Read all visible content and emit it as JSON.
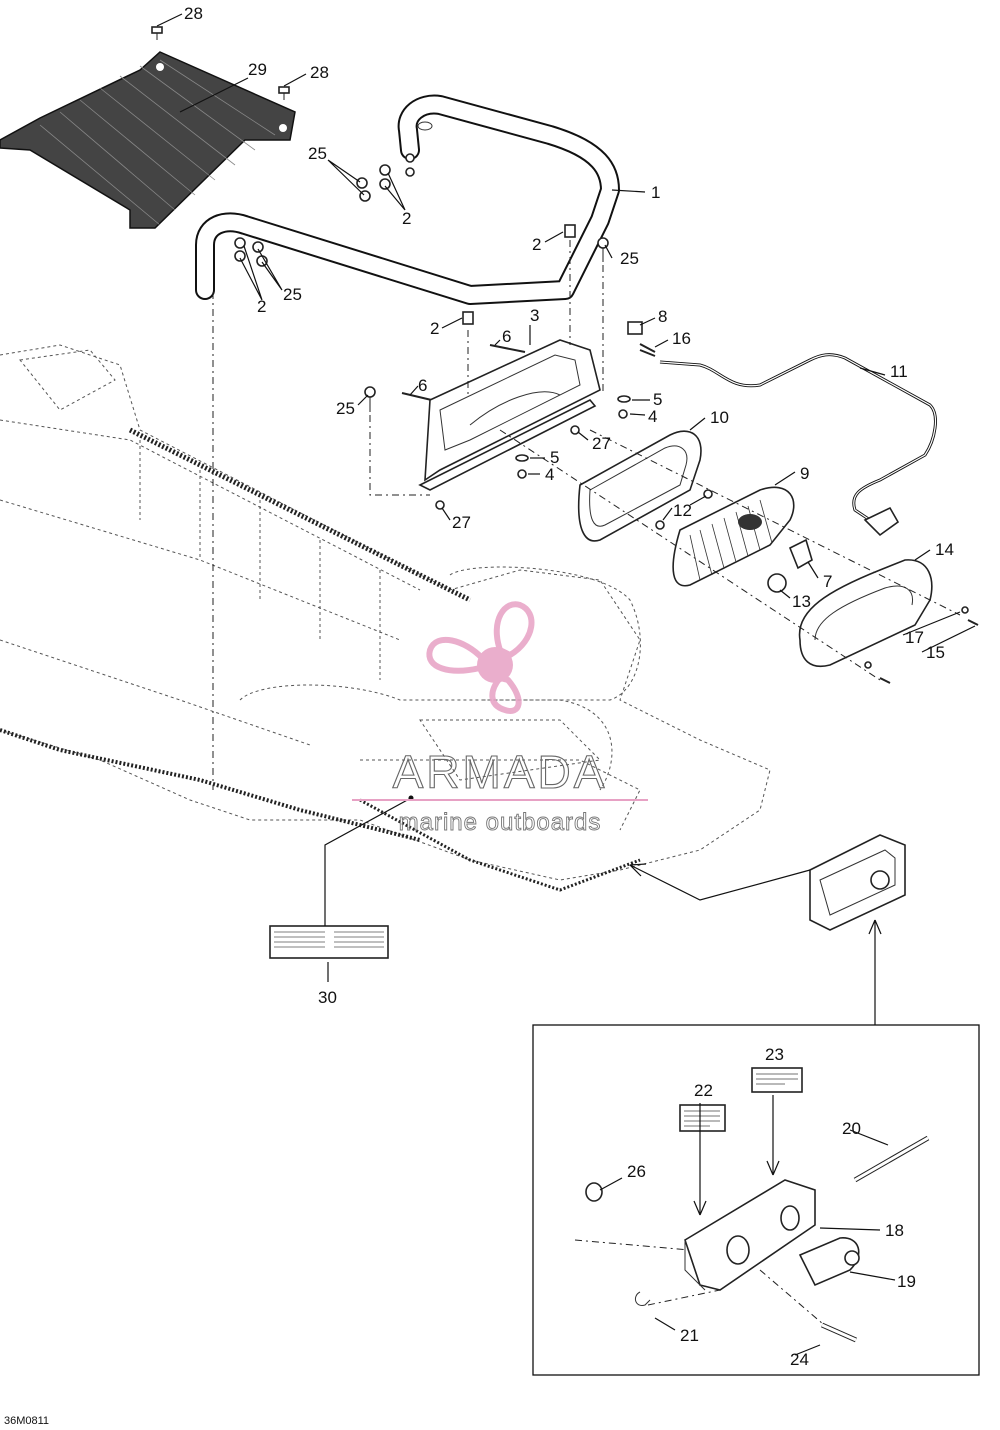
{
  "diagram": {
    "drawing_code": "36M0811",
    "watermark": {
      "brand": "ARMADA",
      "tagline": "marine outboards",
      "accent_color": "#e7a1c4"
    },
    "callouts": [
      "1",
      "2",
      "2",
      "2",
      "2",
      "3",
      "4",
      "4",
      "5",
      "5",
      "6",
      "6",
      "7",
      "8",
      "9",
      "10",
      "11",
      "12",
      "13",
      "14",
      "15",
      "16",
      "17",
      "18",
      "19",
      "20",
      "21",
      "22",
      "23",
      "24",
      "25",
      "25",
      "25",
      "25",
      "26",
      "27",
      "27",
      "28",
      "28",
      "29",
      "30"
    ],
    "colors": {
      "ink": "#111111",
      "background": "#ffffff"
    }
  }
}
